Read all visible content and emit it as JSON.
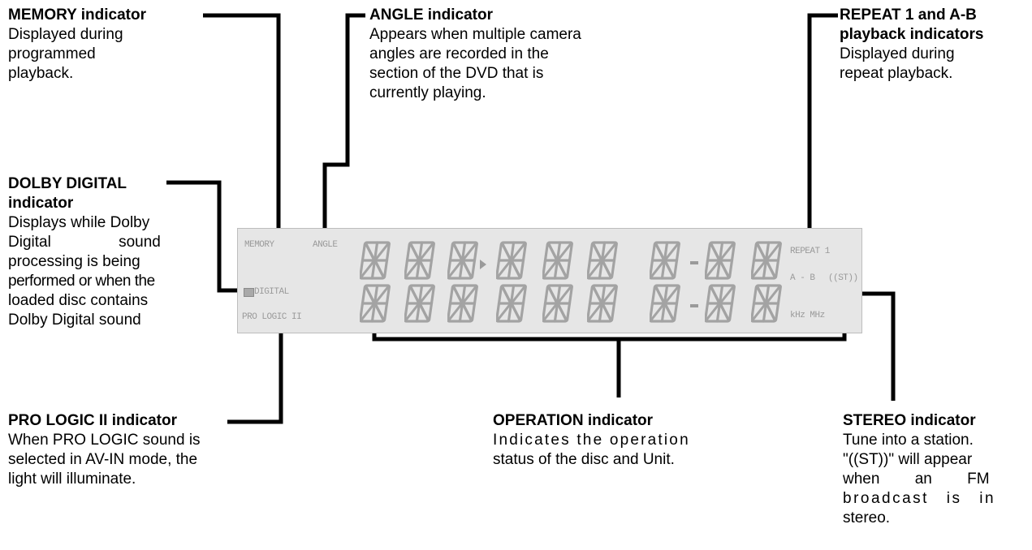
{
  "memory": {
    "title": "MEMORY indicator",
    "lines": [
      "Displayed during",
      "programmed",
      "playback."
    ]
  },
  "angle": {
    "title": "ANGLE indicator",
    "lines": [
      "Appears when multiple camera",
      "angles are recorded in the",
      "section of the DVD that is",
      "currently playing."
    ]
  },
  "repeat": {
    "title_lines": [
      "REPEAT 1 and A-B",
      "playback indicators"
    ],
    "lines": [
      "Displayed during",
      "repeat playback."
    ]
  },
  "dolby": {
    "title_lines": [
      "DOLBY DIGITAL",
      "indicator"
    ],
    "lines": [
      "Displays while Dolby",
      "Digital sound",
      "processing is being",
      "performed or when the",
      "loaded disc contains",
      "Dolby Digital sound"
    ]
  },
  "prologic": {
    "title": "PRO LOGIC II indicator",
    "lines": [
      "When PRO LOGIC sound is",
      "selected in AV-IN mode, the",
      "light will illuminate."
    ]
  },
  "operation": {
    "title": "OPERATION indicator",
    "lines": [
      "Indicates the operation",
      "status of the disc and Unit."
    ]
  },
  "stereo": {
    "title": "STEREO indicator",
    "lines": [
      "Tune into a station.",
      "\"((ST))\" will appear",
      "when an FM",
      "broadcast is in",
      "stereo."
    ]
  },
  "display": {
    "memory": "MEMORY",
    "angle": "ANGLE",
    "digital": "DIGITAL",
    "prologic": "PRO LOGIC II",
    "repeat": "REPEAT 1",
    "ab": "A - B",
    "stereo": "((ST))",
    "khz_mhz": "kHz MHz"
  }
}
